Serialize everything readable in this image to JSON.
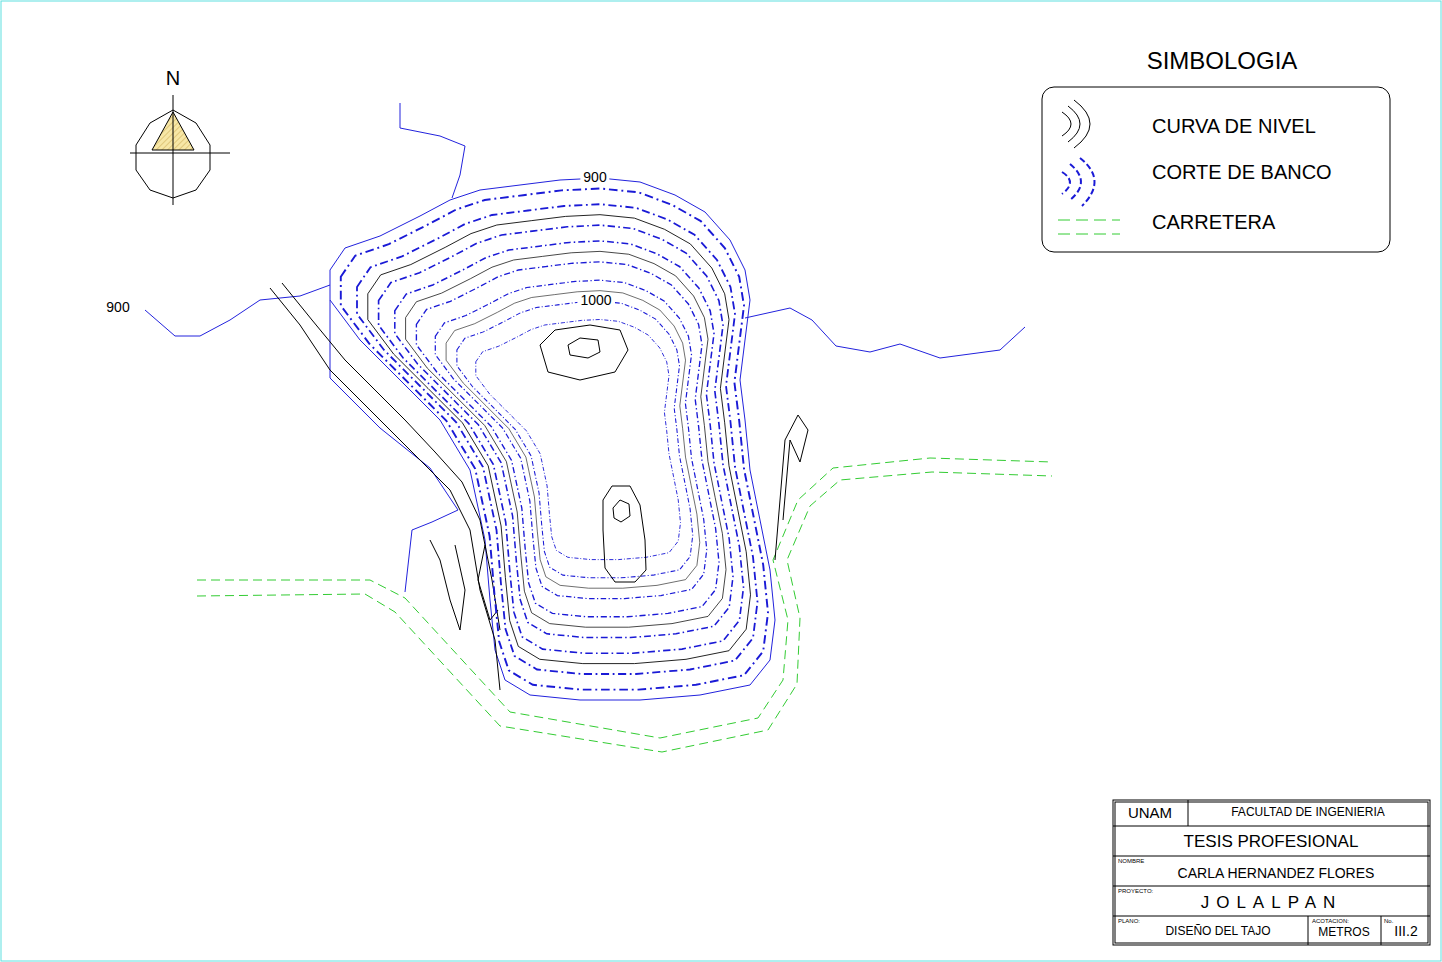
{
  "diagram": {
    "labels": [
      "N",
      "900",
      "900",
      "1000",
      "SIMBOLOGIA",
      "UNAM",
      "FACULTAD DE INGENIERIA",
      "TESIS PROFESIONAL",
      "NOMBRE",
      "CARLA HERNANDEZ FLORES",
      "PROYECTO:",
      "JOLALPAN",
      "PLANO:",
      "DISEÑO DEL TAJO",
      "ACOTACION:",
      "METROS",
      "No.",
      "III.2"
    ],
    "legend": [
      {
        "text": "CURVA DE NIVEL"
      },
      {
        "text": "CORTE DE BANCO"
      },
      {
        "text": "CARRETERA"
      }
    ]
  }
}
